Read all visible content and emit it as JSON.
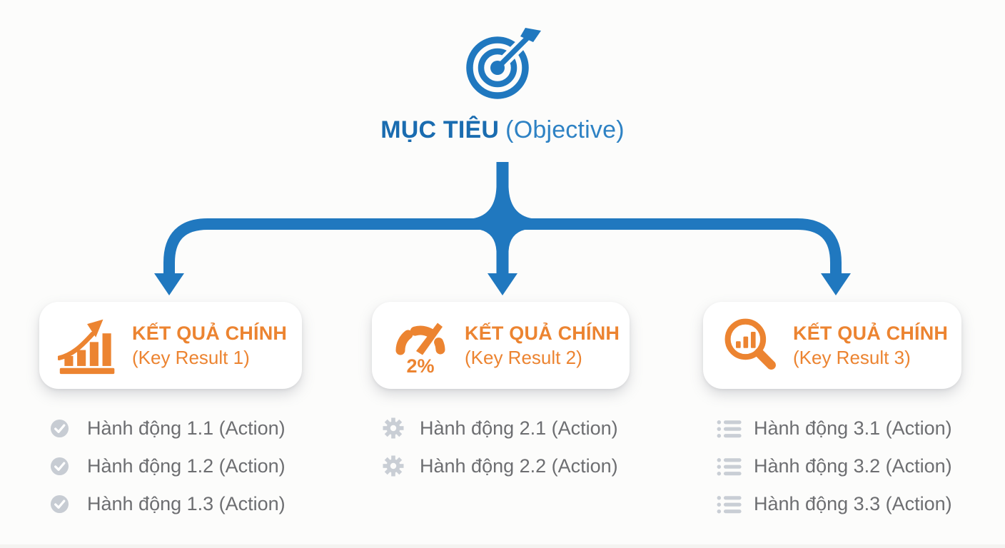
{
  "colors": {
    "blue": "#2078bf",
    "blue_title_bold": "#1a6cb0",
    "blue_title_light": "#2e82c4",
    "orange": "#ec8431",
    "gray_text": "#6d6e71",
    "gray_icon": "#c7ccd3"
  },
  "objective": {
    "title": "MỤC TIÊU",
    "subtitle": "(Objective)",
    "icon": "target-icon"
  },
  "key_results": [
    {
      "title": "KẾT QUẢ CHÍNH",
      "subtitle": "(Key Result 1)",
      "icon": "growth-chart-icon",
      "actions": [
        {
          "icon": "check-circle-icon",
          "label": "Hành động 1.1 (Action)"
        },
        {
          "icon": "check-circle-icon",
          "label": "Hành động 1.2 (Action)"
        },
        {
          "icon": "check-circle-icon",
          "label": "Hành động 1.3 (Action)"
        }
      ]
    },
    {
      "title": "KẾT QUẢ CHÍNH",
      "subtitle": "(Key Result 2)",
      "icon": "gauge-icon",
      "gauge_value": "2%",
      "actions": [
        {
          "icon": "gear-icon",
          "label": "Hành động 2.1 (Action)"
        },
        {
          "icon": "gear-icon",
          "label": "Hành động 2.2 (Action)"
        }
      ]
    },
    {
      "title": "KẾT QUẢ CHÍNH",
      "subtitle": "(Key Result 3)",
      "icon": "list-magnifier-icon",
      "actions": [
        {
          "icon": "bullet-list-icon",
          "label": "Hành động 3.1 (Action)"
        },
        {
          "icon": "bullet-list-icon",
          "label": "Hành động 3.2 (Action)"
        },
        {
          "icon": "bullet-list-icon",
          "label": "Hành động 3.3 (Action)"
        }
      ]
    }
  ]
}
